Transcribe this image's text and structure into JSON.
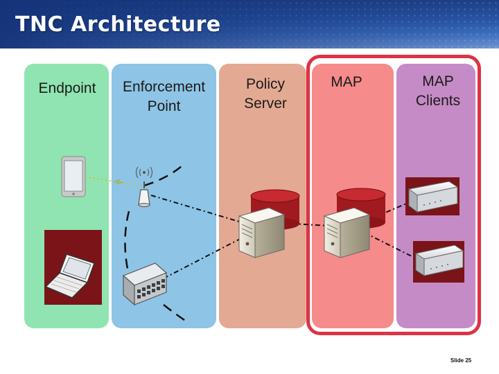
{
  "slide": {
    "title": "TNC Architecture",
    "slide_number": "Slide 25"
  },
  "columns": [
    {
      "label": "Endpoint"
    },
    {
      "label": "Enforcement\nPoint"
    },
    {
      "label": "Policy\nServer"
    },
    {
      "label": "MAP"
    },
    {
      "label": "MAP\nClients"
    }
  ],
  "colors": {
    "endpoint": "#90e4b1",
    "enforcement": "#8ec4e6",
    "policy": "#e4a993",
    "map": "#f58b8a",
    "map_clients": "#c58bc6",
    "map_outline": "#dd3344",
    "header": "#2a58a8"
  },
  "icons": [
    "tablet-icon",
    "laptop-icon",
    "wireless-access-point-icon",
    "network-switch-icon",
    "policy-server-icon",
    "map-server-icon",
    "map-client-appliance-icon"
  ]
}
